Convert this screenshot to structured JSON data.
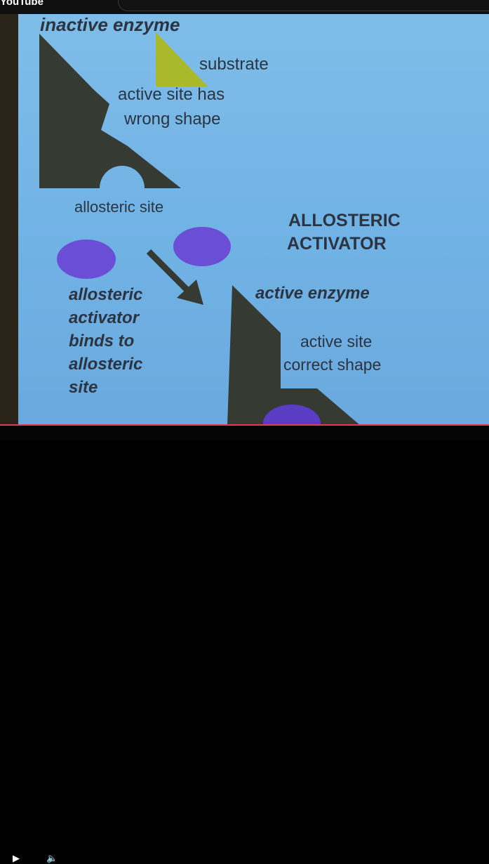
{
  "app": {
    "brand": "YouTube"
  },
  "slide": {
    "inactive_title": "inactive enzyme",
    "substrate": "substrate",
    "active_site_wrong_1": "active site has",
    "active_site_wrong_2": "wrong shape",
    "allosteric_site": "allosteric site",
    "heading_1": "ALLOSTERIC",
    "heading_2": "ACTIVATOR",
    "binds_1": "allosteric",
    "binds_2": "activator",
    "binds_3": "binds to",
    "binds_4": "allosteric",
    "binds_5": "site",
    "active_title": "active enzyme",
    "active_site_correct_1": "active site",
    "active_site_correct_2": "correct shape"
  },
  "colors": {
    "slide_bg": "#78b6e6",
    "enzyme": "#353a33",
    "substrate": "#a9b92a",
    "activator": "#6a4fd6",
    "progress": "#e53950"
  },
  "player": {
    "progress_fraction": 1.0
  }
}
